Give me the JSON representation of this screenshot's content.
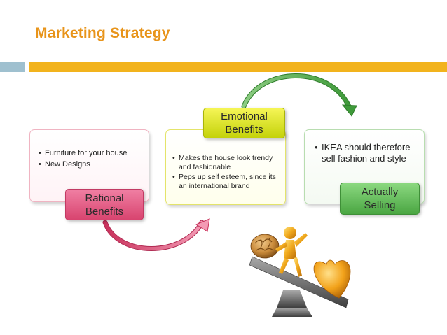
{
  "title": "Marketing Strategy",
  "cards": [
    {
      "bullets": [
        "Furniture for your house",
        "New Designs"
      ],
      "label_line1": "Rational",
      "label_line2": "Benefits"
    },
    {
      "bullets": [
        "Makes the house look trendy and fashionable",
        "Peps up self esteem, since its an international brand"
      ],
      "label_line1": "Emotional",
      "label_line2": "Benefits"
    },
    {
      "bullets": [
        "IKEA should therefore sell fashion and style"
      ],
      "label_line1": "Actually",
      "label_line2": "Selling"
    }
  ],
  "colors": {
    "title": "#e8941a",
    "band_left": "#9fc0cf",
    "band_right": "#f2b31d",
    "rational": "#e05a82",
    "emotional": "#d9e21c",
    "selling": "#5cb853"
  },
  "illustration": "figure-balancing-brain-and-heart-on-seesaw"
}
